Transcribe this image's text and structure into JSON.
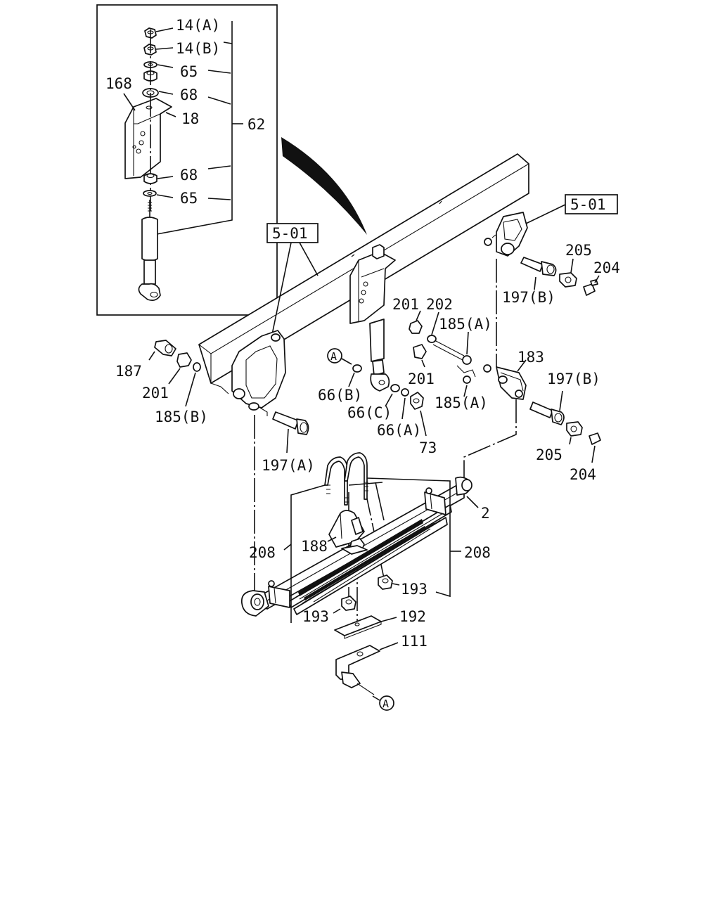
{
  "refs": {
    "ref_5_01_left": "5-01",
    "ref_5_01_right": "5-01",
    "circle_a_top": "A",
    "circle_a_bottom": "A"
  },
  "inset": {
    "p14a": "14(A)",
    "p14b": "14(B)",
    "p65_top": "65",
    "p168": "168",
    "p68_top": "68",
    "p18": "18",
    "p62": "62",
    "p68_bottom": "68",
    "p65_bottom": "65"
  },
  "main": {
    "p205_top": "205",
    "p204_top": "204",
    "p197b_top": "197(B)",
    "p201_top": "201",
    "p202": "202",
    "p185a_top": "185(A)",
    "p183": "183",
    "p187": "187",
    "p201_left": "201",
    "p185b": "185(B)",
    "p66b": "66(B)",
    "p201_mid": "201",
    "p197b_right": "197(B)",
    "p185a_bottom": "185(A)",
    "p66c": "66(C)",
    "p66a": "66(A)",
    "p73": "73",
    "p205_bottom": "205",
    "p197a": "197(A)",
    "p204_bottom": "204",
    "p2": "2",
    "p208_left": "208",
    "p188": "188",
    "p208_right": "208",
    "p193_right": "193",
    "p193_left": "193",
    "p192": "192",
    "p111": "111"
  }
}
